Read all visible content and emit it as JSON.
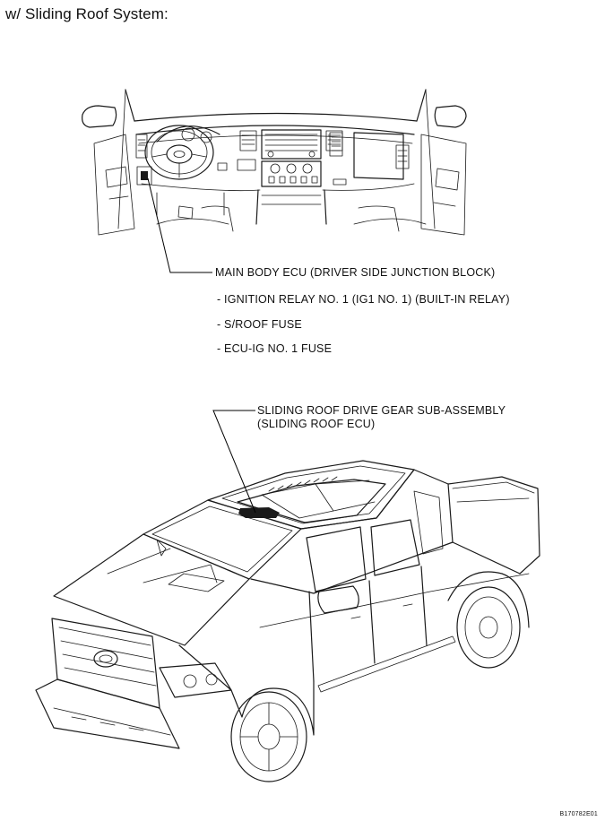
{
  "heading": "w/ Sliding Roof System:",
  "interior_callout": {
    "main": "MAIN BODY ECU (DRIVER SIDE JUNCTION BLOCK)",
    "items": [
      "- IGNITION RELAY NO. 1 (IG1 NO. 1) (BUILT-IN RELAY)",
      "- S/ROOF FUSE",
      "- ECU-IG NO. 1 FUSE"
    ]
  },
  "exterior_callout": {
    "line1": "SLIDING ROOF DRIVE GEAR SUB-ASSEMBLY",
    "line2": "(SLIDING ROOF ECU)"
  },
  "figure_code": "B170782E01"
}
